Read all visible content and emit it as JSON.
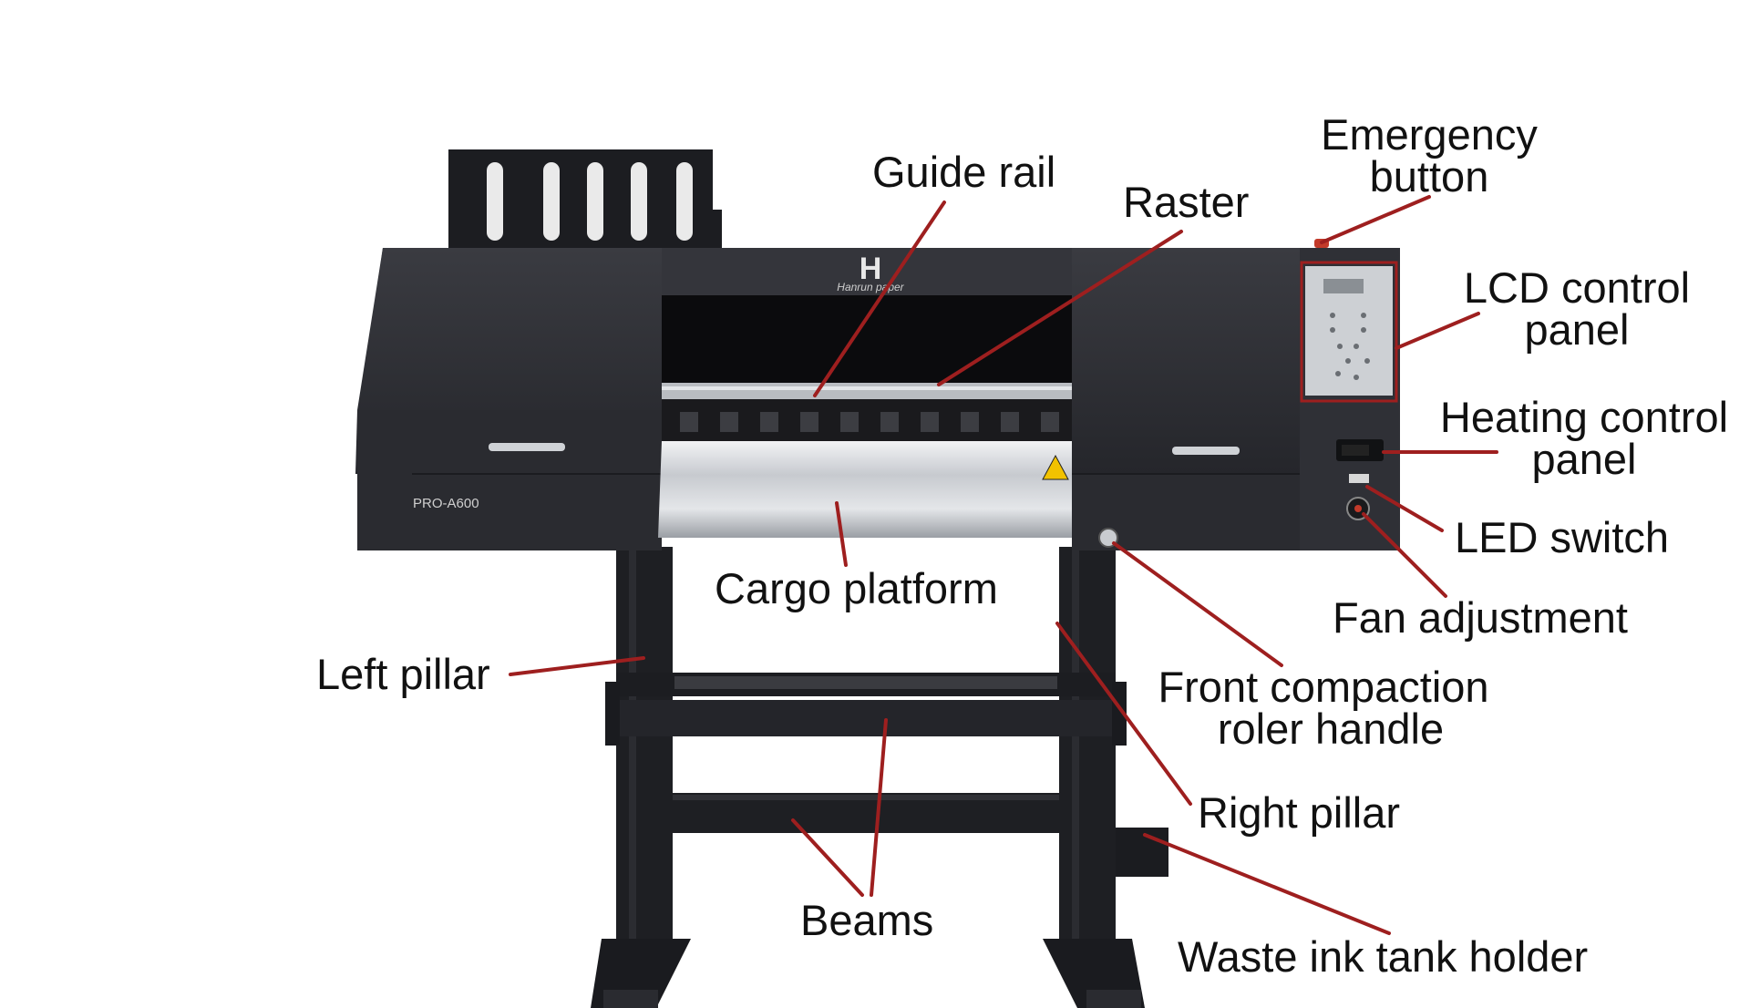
{
  "machine": {
    "brand_logo_letter": "H",
    "brand_name": "Hanrun paper",
    "model": "PRO-A600"
  },
  "labels": {
    "guide_rail": "Guide rail",
    "raster": "Raster",
    "emergency_button": [
      "Emergency",
      "button"
    ],
    "lcd_control_panel": [
      "LCD control",
      "panel"
    ],
    "heating_control_panel": [
      "Heating control",
      "panel"
    ],
    "led_switch": "LED switch",
    "fan_adjustment": "Fan adjustment",
    "cargo_platform": "Cargo platform",
    "left_pillar": "Left pillar",
    "front_compaction_roler_handle": [
      "Front compaction",
      "roler handle"
    ],
    "right_pillar": "Right pillar",
    "beams": "Beams",
    "waste_ink_tank_holder": "Waste ink tank holder"
  },
  "colors": {
    "leader_line": "#9e1f1f",
    "machine_body": "#2d2e33",
    "platform_metal": "#c9ccd0",
    "label_text": "#111111"
  }
}
